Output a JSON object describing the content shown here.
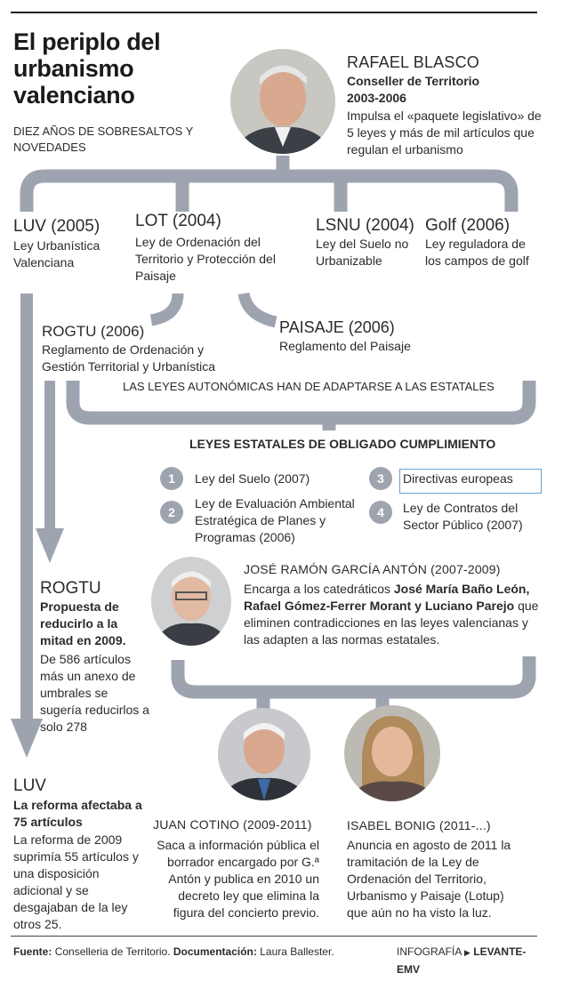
{
  "title": "El periplo del urbanismo valenciano",
  "subtitle": "DIEZ AÑOS DE SOBRESALTOS Y NOVEDADES",
  "blasco": {
    "name": "RAFAEL BLASCO",
    "role": "Conseller de Territorio 2003-2006",
    "desc": "Impulsa el «paquete legislativo» de 5 leyes y más de mil artículos que regulan el urbanismo"
  },
  "laws": [
    {
      "code": "LUV (2005)",
      "desc": "Ley Urbanística Valenciana"
    },
    {
      "code": "LOT (2004)",
      "desc": "Ley de Ordenación del Territorio y Protección del Paisaje"
    },
    {
      "code": "LSNU (2004)",
      "desc": "Ley del Suelo no Urbanizable"
    },
    {
      "code": "Golf (2006)",
      "desc": "Ley reguladora de los campos de golf"
    },
    {
      "code": "ROGTU (2006)",
      "desc": "Reglamento de Ordenación y Gestión Territorial y Urbanística"
    },
    {
      "code": "PAISAJE (2006)",
      "desc": "Reglamento del Paisaje"
    }
  ],
  "adapt_note": "LAS LEYES AUTONÓMICAS HAN DE ADAPTARSE A LAS ESTATALES",
  "state_laws_title": "LEYES ESTATALES DE OBLIGADO CUMPLIMIENTO",
  "state_laws": [
    {
      "num": "1",
      "text": "Ley del Suelo (2007)"
    },
    {
      "num": "2",
      "text": "Ley de Evaluación Ambiental Estratégica de Planes y Programas (2006)"
    },
    {
      "num": "3",
      "text": "Directivas europeas"
    },
    {
      "num": "4",
      "text": "Ley de Contratos del Sector Público (2007)"
    }
  ],
  "garcia": {
    "name": "JOSÉ RAMÓN GARCÍA ANTÓN (2007-2009)",
    "desc_a": "Encarga a los catedráticos ",
    "desc_bold": "José María Baño León, Rafael Gómez-Ferrer Morant y Luciano Parejo",
    "desc_b": " que eliminen contradicciones en las leyes valencianas y las adapten a las normas estatales."
  },
  "rogtu_side": {
    "code": "ROGTU",
    "headline": "Propuesta de reducirlo a la mitad en 2009.",
    "desc": "De 586 artículos más un anexo de umbrales se sugería reducirlos a solo 278"
  },
  "luv_side": {
    "code": "LUV",
    "headline": "La reforma afectaba a 75 artículos",
    "desc": "La reforma de 2009 suprimía 55 artículos y una disposición adicional y se desgajaban de la ley otros 25."
  },
  "cotino": {
    "name": "JUAN COTINO (2009-2011)",
    "desc": "Saca a información pública el borrador encargado por G.ª Antón y publica en 2010 un decreto ley que elimina la figura del concierto previo."
  },
  "bonig": {
    "name": "ISABEL BONIG (2011-...)",
    "desc": "Anuncia en agosto de 2011 la tramitación de la Ley de Ordenación del Territorio, Urbanismo y Paisaje (Lotup) que aún no ha visto la luz."
  },
  "footer": {
    "source_label": "Fuente:",
    "source": "Conselleria de Territorio.",
    "doc_label": "Documentación:",
    "doc": "Laura Ballester.",
    "credit_label": "INFOGRAFÍA",
    "credit": "LEVANTE-EMV"
  },
  "colors": {
    "connector": "#9ea4af",
    "text": "#2b2b2b"
  }
}
